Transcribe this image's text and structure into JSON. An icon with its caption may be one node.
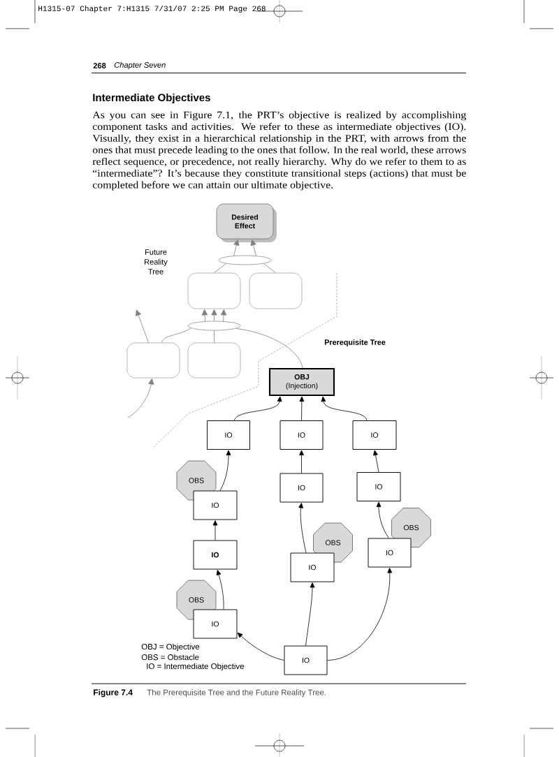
{
  "diagram": {
    "caption": "The Prerequisite Tree and the Future Reality Tree.",
    "nodes": [
      {
        "text": [
          "Desired Effect"
        ]
      },
      {
        "text": [],
        "shape": "ellipse"
      },
      {
        "text": [],
        "shape": "box"
      },
      {
        "text": [],
        "shape": "box"
      },
      {
        "text": [],
        "shape": "ellipse"
      },
      {
        "text": [],
        "shape": "box"
      },
      {
        "text": [],
        "shape": "box"
      },
      {
        "text": [
          "OBJ",
          "(Injection)"
        ]
      },
      {
        "text": [
          "IO"
        ]
      },
      {
        "text": [
          "IO"
        ]
      },
      {
        "text": [
          "IO"
        ]
      },
      {
        "text": [
          "OBS"
        ]
      },
      {
        "text": [
          "IO"
        ]
      },
      {
        "text": [
          "IO"
        ]
      },
      {
        "text": [
          "IO"
        ]
      },
      {
        "text": [
          "IO"
        ]
      },
      {
        "text": [
          "IO"
        ]
      },
      {
        "text": [
          "OBS"
        ]
      },
      {
        "text": [
          "IO"
        ]
      },
      {
        "text": [
          "OBS"
        ]
      },
      {
        "text": [
          "OBS"
        ]
      },
      {
        "text": [
          "IO"
        ]
      },
      {
        "text": [
          "IO"
        ]
      }
    ],
    "edges": [
      {
        "from": 1,
        "to": 0,
        "arrow": "to",
        "color": "#808080"
      },
      {
        "from": 1,
        "to": 0,
        "arrow": "to",
        "color": "#808080"
      },
      {
        "from": 2,
        "to": 1,
        "arrow": "none",
        "color": "#808080"
      },
      {
        "from": 3,
        "to": 1,
        "arrow": "none",
        "color": "#808080"
      },
      {
        "from": 4,
        "to": 2,
        "arrow": "to",
        "color": "#808080"
      },
      {
        "from": 4,
        "to": 2,
        "arrow": "to",
        "color": "#808080"
      },
      {
        "from": 4,
        "to": 2,
        "arrow": "to",
        "color": "#808080"
      },
      {
        "from": 5,
        "to": 4,
        "arrow": "none",
        "color": "#808080"
      },
      {
        "from": 6,
        "to": 4,
        "arrow": "none",
        "color": "#808080"
      },
      {
        "from": 7,
        "to": 4,
        "arrow": "none",
        "color": "#808080"
      },
      {
        "from": 5,
        "to": null,
        "arrow": "to",
        "color": "#808080"
      },
      {
        "from": null,
        "to": 5,
        "arrow": "to",
        "color": "#808080"
      },
      {
        "from": 8,
        "to": 7,
        "arrow": "to"
      },
      {
        "from": 9,
        "to": 7,
        "arrow": "to"
      },
      {
        "from": 10,
        "to": 7,
        "arrow": "to"
      },
      {
        "from": 12,
        "to": 8,
        "arrow": "to"
      },
      {
        "from": 13,
        "to": 9,
        "arrow": "to"
      },
      {
        "from": 14,
        "to": 10,
        "arrow": "to"
      },
      {
        "from": 15,
        "to": 12,
        "arrow": "to"
      },
      {
        "from": 16,
        "to": 13,
        "arrow": "to"
      },
      {
        "from": 18,
        "to": 14,
        "arrow": "to"
      },
      {
        "from": 21,
        "to": 15,
        "arrow": "to"
      },
      {
        "from": 22,
        "to": 21,
        "arrow": "to"
      },
      {
        "from": 22,
        "to": 16,
        "arrow": "to"
      },
      {
        "from": 22,
        "to": 18,
        "arrow": "to"
      }
    ],
    "labels": [
      "H1315-07 Chapter 7:H1315 7/31/07 2:25 PM Page 268",
      "268",
      "Chapter Seven",
      "Intermediate Objectives",
      "As you can see in Figure 7.1, the PRT’s objective is realized by accomplishing component tasks and activities. We refer to these as intermediate objectives (IO). Visually, they exist in a hierarchical relationship in the PRT, with arrows from the ones that must precede leading to the ones that follow. In the real world, these arrows reflect sequence, or precedence, not really hierarchy. Why do we refer to them to as “intermediate”? It’s because they constitute transitional steps (actions) that must be completed before we can attain our ultimate objective.",
      "Future Reality Tree",
      "Prerequisite Tree",
      "OBJ = Objective",
      "OBS = Obstacle",
      "IO = Intermediate Objective",
      "Figure 7.4"
    ]
  }
}
